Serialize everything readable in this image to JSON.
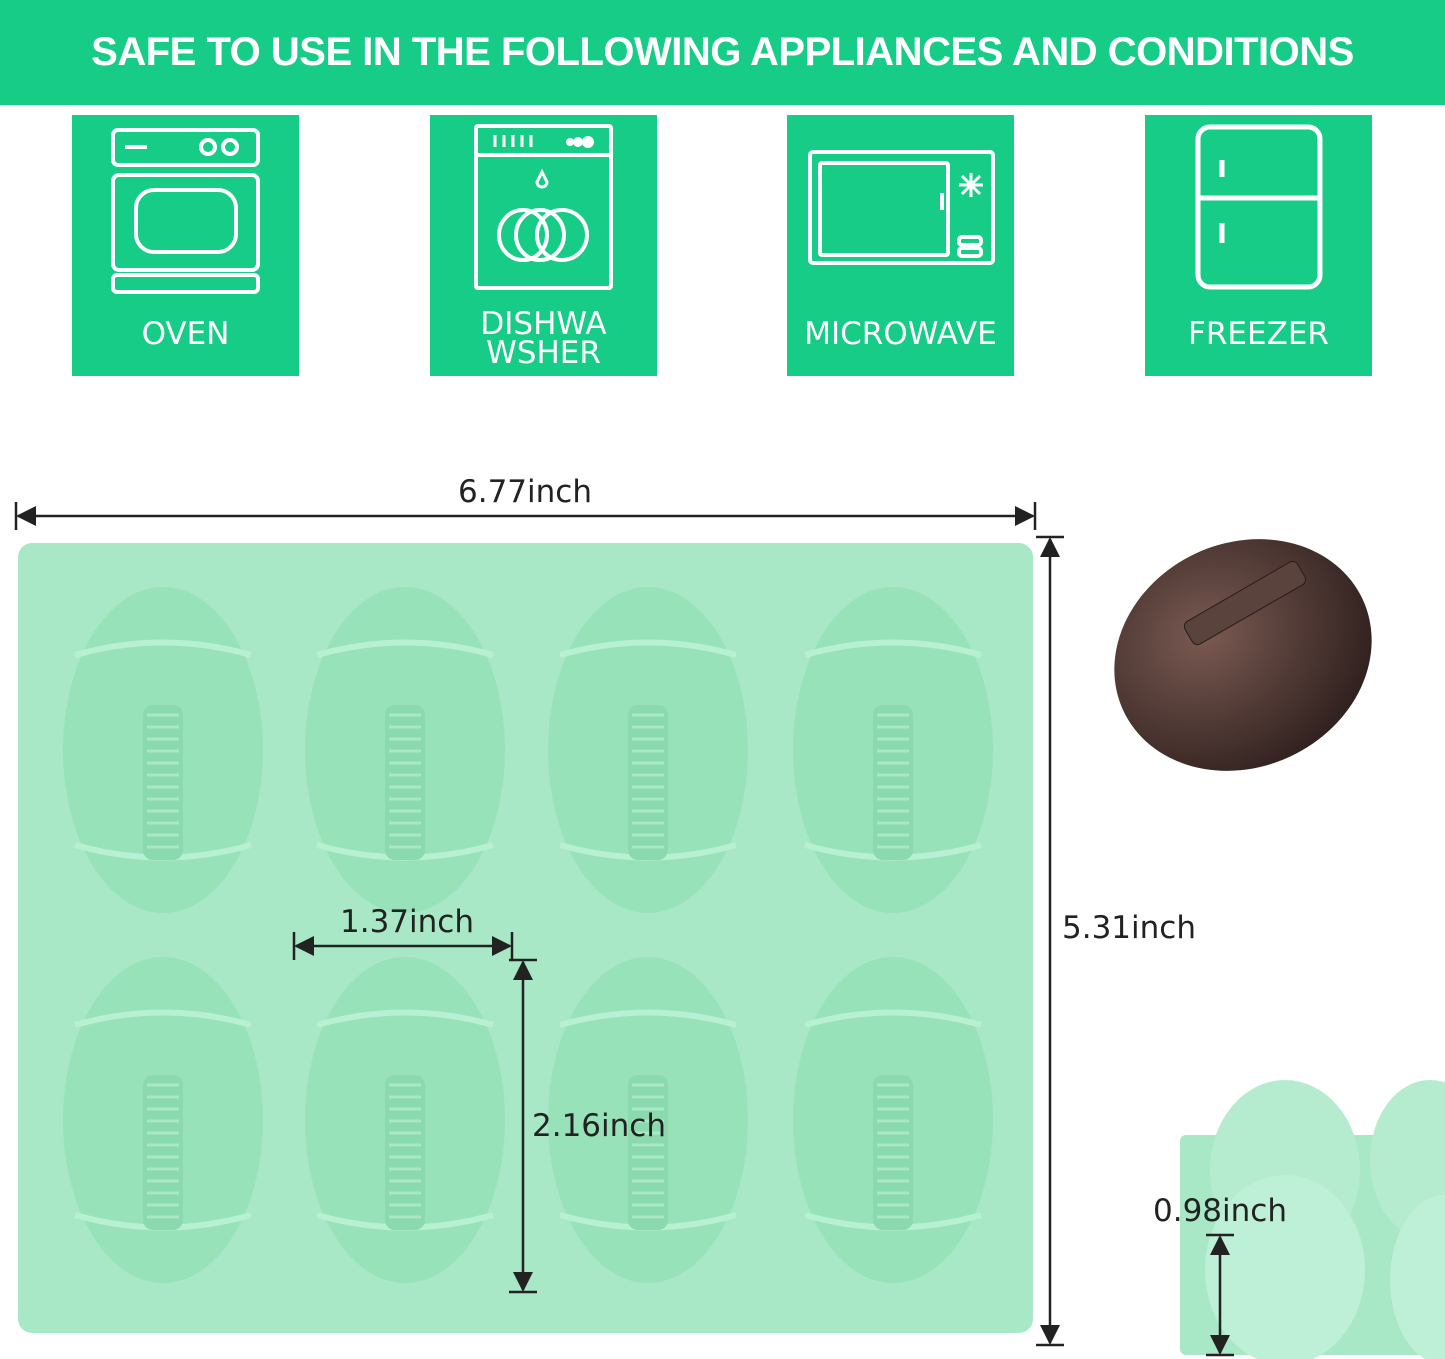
{
  "header": {
    "title": "SAFE TO USE IN THE FOLLOWING APPLIANCES AND CONDITIONS"
  },
  "appliances": [
    {
      "label": "OVEN",
      "icon": "oven-icon"
    },
    {
      "label": "DISHWA\nWSHER",
      "icon": "dishwasher-icon"
    },
    {
      "label": "MICROWAVE",
      "icon": "microwave-icon"
    },
    {
      "label": "FREEZER",
      "icon": "freezer-icon"
    }
  ],
  "dimensions": {
    "width": "6.77inch",
    "height": "5.31inch",
    "cavity_width": "1.37inch",
    "cavity_height": "2.16inch",
    "depth": "0.98inch"
  },
  "colors": {
    "brand": "#17cc87",
    "mold": "#a8e8c6",
    "chocolate": "#4a3330"
  }
}
